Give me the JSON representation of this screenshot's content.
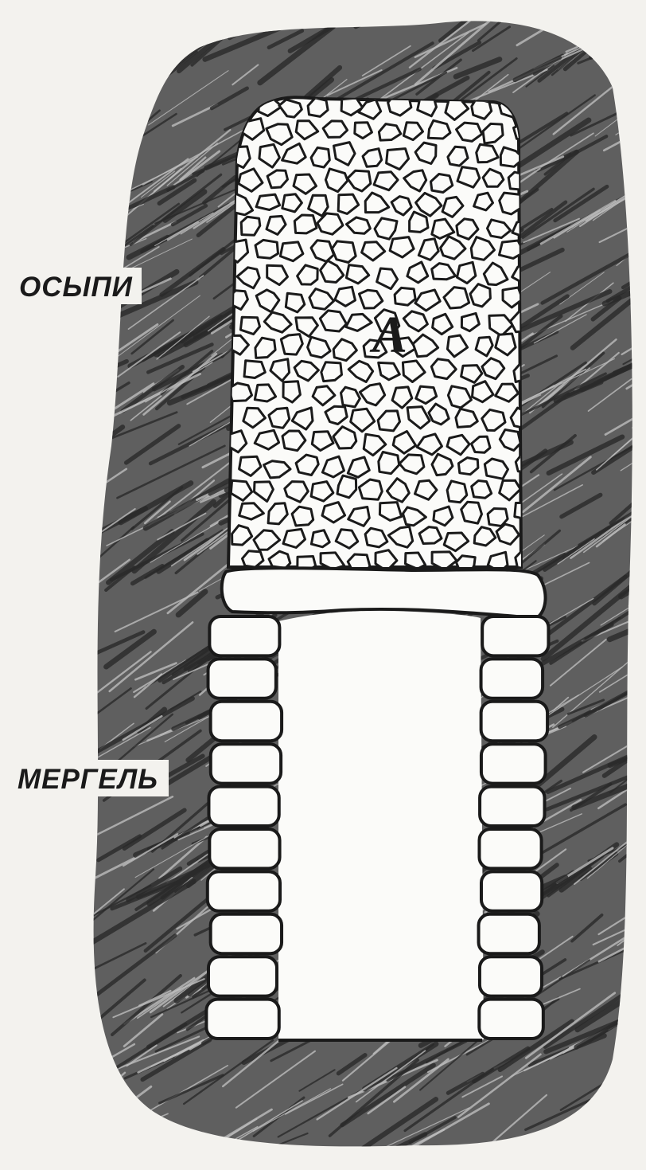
{
  "figure": {
    "fill_letter": "A",
    "labels": {
      "top": "ОСЫПИ",
      "bottom": "МЕРГЕЛЬ"
    },
    "colors": {
      "paper": "#f3f2ee",
      "ink": "#1a1a1a",
      "rock_dark": "#2a2a2a",
      "rock_mid": "#6d6d6d",
      "opening": "#fbfbf9"
    },
    "parts": [
      "rock-mass",
      "rubble-fill",
      "lintel-slab",
      "left-masonry-wall",
      "right-masonry-wall",
      "empty-passage"
    ]
  }
}
